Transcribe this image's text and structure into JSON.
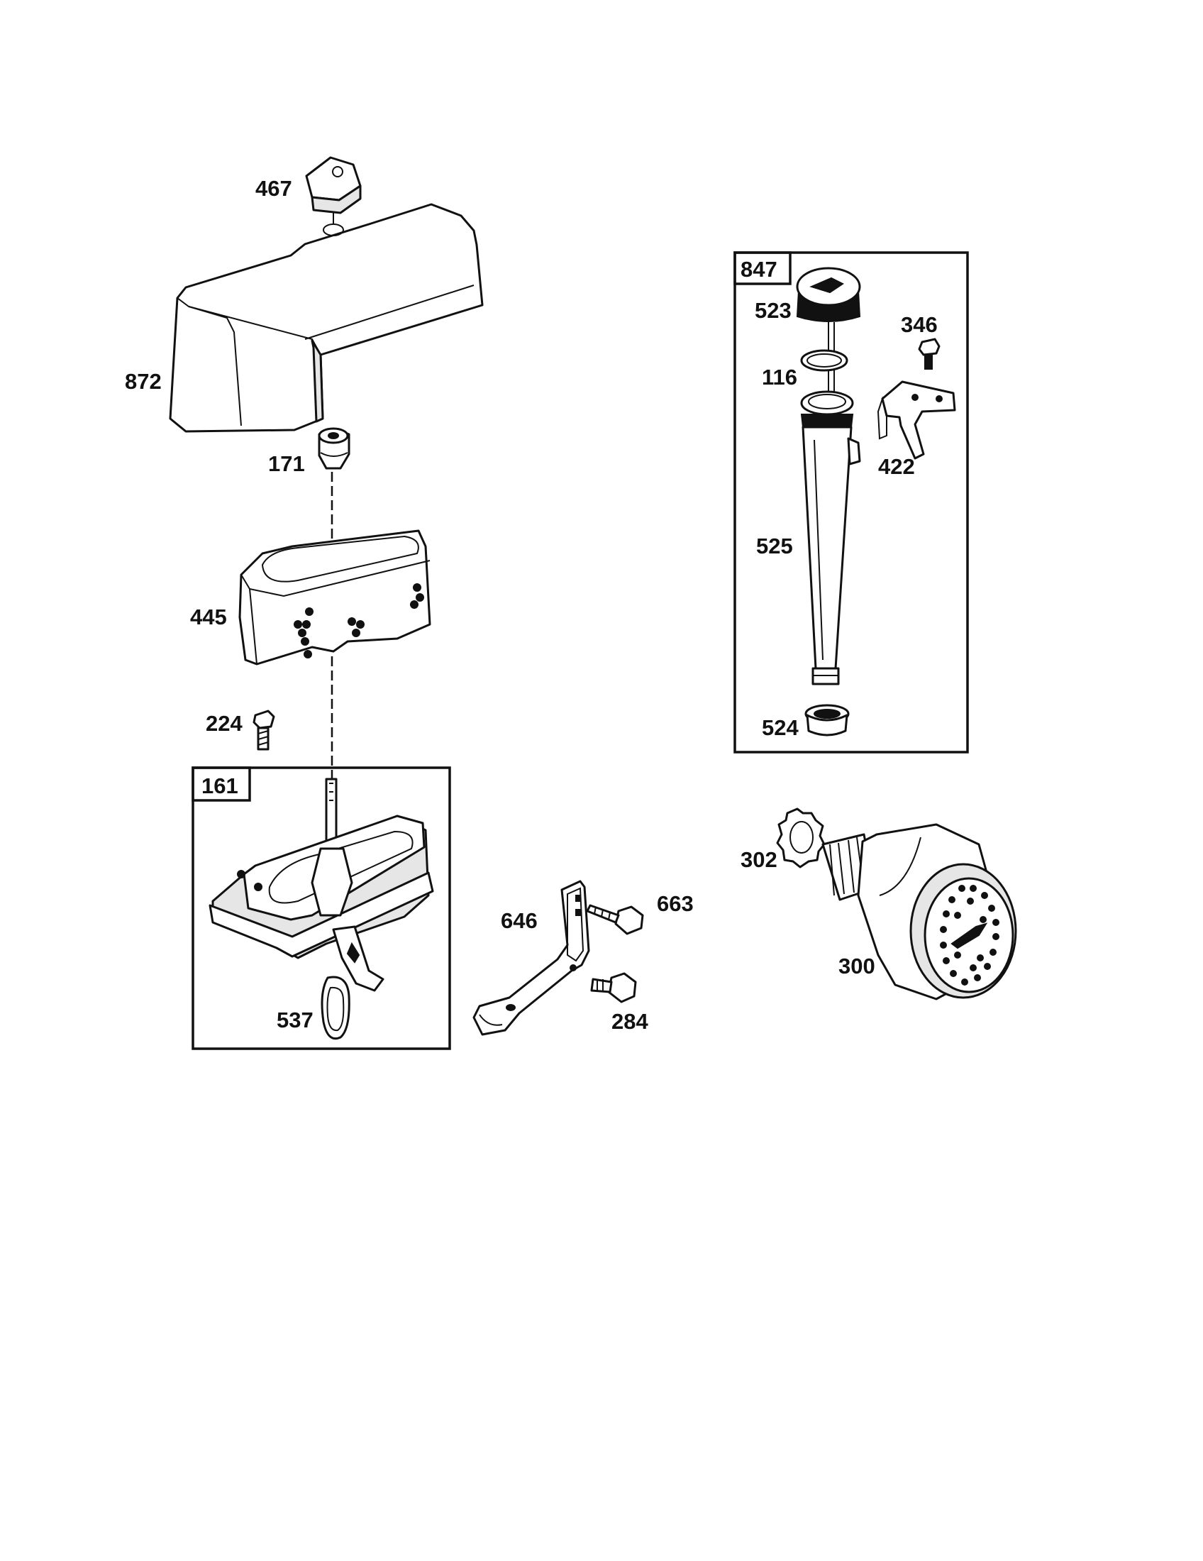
{
  "parts": {
    "p467": "467",
    "p872": "872",
    "p171": "171",
    "p445": "445",
    "p224": "224",
    "p161": "161",
    "p537": "537",
    "p646": "646",
    "p663": "663",
    "p284": "284",
    "p847": "847",
    "p523": "523",
    "p346": "346",
    "p116": "116",
    "p422": "422",
    "p525": "525",
    "p524": "524",
    "p302": "302",
    "p300": "300"
  },
  "colors": {
    "ink": "#111111",
    "paper": "#ffffff",
    "shade": "#e6e6e6"
  }
}
